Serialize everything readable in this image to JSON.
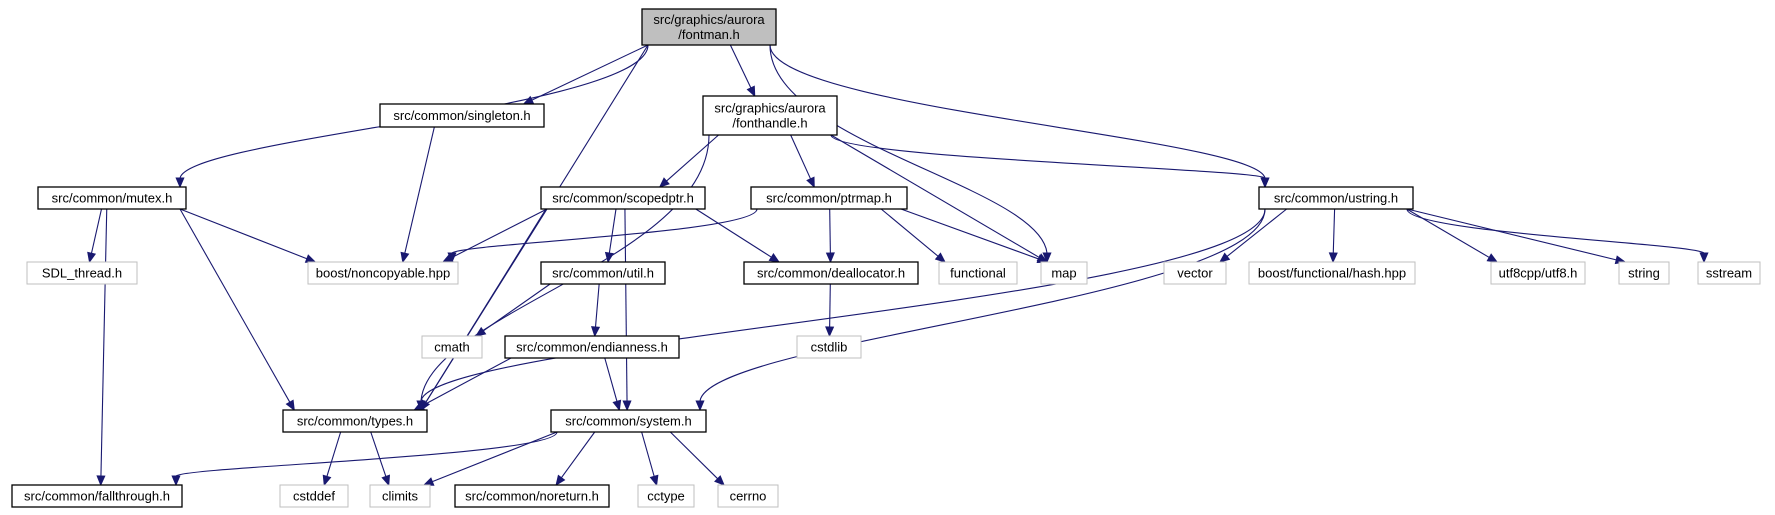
{
  "graph": {
    "nodes": {
      "fontman": {
        "lines": [
          "src/graphics/aurora",
          "/fontman.h"
        ],
        "kind": "focus"
      },
      "singleton": {
        "lines": [
          "src/common/singleton.h"
        ],
        "kind": "file"
      },
      "fonthandle": {
        "lines": [
          "src/graphics/aurora",
          "/fonthandle.h"
        ],
        "kind": "file"
      },
      "mutex": {
        "lines": [
          "src/common/mutex.h"
        ],
        "kind": "file"
      },
      "scopedptr": {
        "lines": [
          "src/common/scopedptr.h"
        ],
        "kind": "file"
      },
      "ptrmap": {
        "lines": [
          "src/common/ptrmap.h"
        ],
        "kind": "file"
      },
      "ustring": {
        "lines": [
          "src/common/ustring.h"
        ],
        "kind": "file"
      },
      "sdl_thread": {
        "lines": [
          "SDL_thread.h"
        ],
        "kind": "external"
      },
      "noncopyable": {
        "lines": [
          "boost/noncopyable.hpp"
        ],
        "kind": "external"
      },
      "util": {
        "lines": [
          "src/common/util.h"
        ],
        "kind": "file"
      },
      "deallocator": {
        "lines": [
          "src/common/deallocator.h"
        ],
        "kind": "file"
      },
      "functional": {
        "lines": [
          "functional"
        ],
        "kind": "external"
      },
      "map": {
        "lines": [
          "map"
        ],
        "kind": "external"
      },
      "vector": {
        "lines": [
          "vector"
        ],
        "kind": "external"
      },
      "boosthash": {
        "lines": [
          "boost/functional/hash.hpp"
        ],
        "kind": "external"
      },
      "utf8": {
        "lines": [
          "utf8cpp/utf8.h"
        ],
        "kind": "external"
      },
      "string": {
        "lines": [
          "string"
        ],
        "kind": "external"
      },
      "sstream": {
        "lines": [
          "sstream"
        ],
        "kind": "external"
      },
      "cmath": {
        "lines": [
          "cmath"
        ],
        "kind": "external"
      },
      "cstdlib": {
        "lines": [
          "cstdlib"
        ],
        "kind": "external"
      },
      "endianness": {
        "lines": [
          "src/common/endianness.h"
        ],
        "kind": "file"
      },
      "types": {
        "lines": [
          "src/common/types.h"
        ],
        "kind": "file"
      },
      "system": {
        "lines": [
          "src/common/system.h"
        ],
        "kind": "file"
      },
      "fallthrough": {
        "lines": [
          "src/common/fallthrough.h"
        ],
        "kind": "file"
      },
      "cstddef": {
        "lines": [
          "cstddef"
        ],
        "kind": "external"
      },
      "climits": {
        "lines": [
          "climits"
        ],
        "kind": "external"
      },
      "noreturn": {
        "lines": [
          "src/common/noreturn.h"
        ],
        "kind": "file"
      },
      "cctype": {
        "lines": [
          "cctype"
        ],
        "kind": "external"
      },
      "cerrno": {
        "lines": [
          "cerrno"
        ],
        "kind": "external"
      }
    },
    "edges": [
      [
        "fontman",
        "mutex"
      ],
      [
        "fontman",
        "types"
      ],
      [
        "fontman",
        "singleton"
      ],
      [
        "fontman",
        "fonthandle"
      ],
      [
        "fontman",
        "map"
      ],
      [
        "fontman",
        "ustring"
      ],
      [
        "singleton",
        "noncopyable"
      ],
      [
        "fonthandle",
        "types"
      ],
      [
        "fonthandle",
        "scopedptr"
      ],
      [
        "fonthandle",
        "ptrmap"
      ],
      [
        "fonthandle",
        "map"
      ],
      [
        "fonthandle",
        "ustring"
      ],
      [
        "mutex",
        "sdl_thread"
      ],
      [
        "mutex",
        "noncopyable"
      ],
      [
        "mutex",
        "types"
      ],
      [
        "mutex",
        "fallthrough"
      ],
      [
        "scopedptr",
        "noncopyable"
      ],
      [
        "scopedptr",
        "util"
      ],
      [
        "scopedptr",
        "deallocator"
      ],
      [
        "scopedptr",
        "types"
      ],
      [
        "scopedptr",
        "system"
      ],
      [
        "ptrmap",
        "noncopyable"
      ],
      [
        "ptrmap",
        "deallocator"
      ],
      [
        "ptrmap",
        "functional"
      ],
      [
        "ptrmap",
        "map"
      ],
      [
        "ustring",
        "types"
      ],
      [
        "ustring",
        "system"
      ],
      [
        "ustring",
        "vector"
      ],
      [
        "ustring",
        "boosthash"
      ],
      [
        "ustring",
        "utf8"
      ],
      [
        "ustring",
        "string"
      ],
      [
        "ustring",
        "sstream"
      ],
      [
        "util",
        "cmath"
      ],
      [
        "util",
        "endianness"
      ],
      [
        "deallocator",
        "cstdlib"
      ],
      [
        "endianness",
        "types"
      ],
      [
        "endianness",
        "system"
      ],
      [
        "types",
        "cstddef"
      ],
      [
        "types",
        "climits"
      ],
      [
        "system",
        "fallthrough"
      ],
      [
        "system",
        "climits"
      ],
      [
        "system",
        "noreturn"
      ],
      [
        "system",
        "cctype"
      ],
      [
        "system",
        "cerrno"
      ]
    ]
  }
}
